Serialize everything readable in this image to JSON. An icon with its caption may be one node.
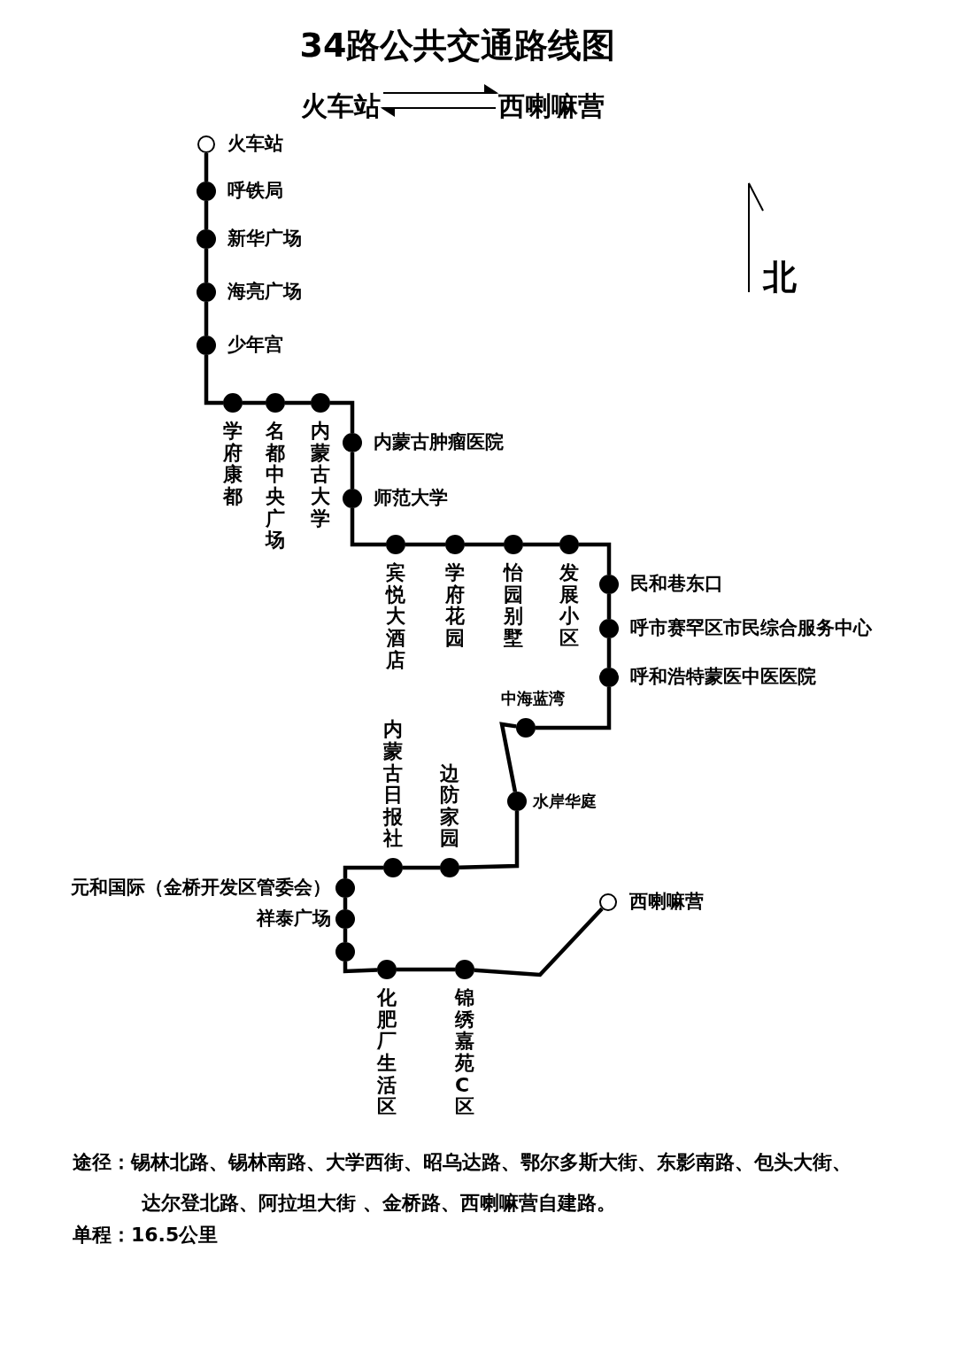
{
  "diagram": {
    "title": "34路公共交通路线图",
    "nodes": [
      {
        "text": [
          "火车站"
        ]
      },
      {
        "text": [
          "西喇嘛营"
        ]
      },
      {
        "text": [],
        "shape": "circle",
        "beside": [
          "火车站"
        ]
      },
      {
        "text": [],
        "shape": "dot",
        "beside": [
          "呼铁局"
        ]
      },
      {
        "text": [],
        "shape": "dot",
        "beside": [
          "新华广场"
        ]
      },
      {
        "text": [],
        "shape": "dot",
        "beside": [
          "海亮广场"
        ]
      },
      {
        "text": [],
        "shape": "dot",
        "beside": [
          "少年宫"
        ]
      },
      {
        "text": [],
        "shape": "dot",
        "beside": [
          "学府康都"
        ]
      },
      {
        "text": [],
        "shape": "dot",
        "beside": [
          "名都中央广场"
        ]
      },
      {
        "text": [],
        "shape": "dot",
        "beside": [
          "内蒙古大学"
        ]
      },
      {
        "text": [],
        "shape": "dot",
        "beside": [
          "内蒙古肿瘤医院"
        ]
      },
      {
        "text": [],
        "shape": "dot",
        "beside": [
          "师范大学"
        ]
      },
      {
        "text": [],
        "shape": "dot",
        "beside": [
          "宾悦大酒店"
        ]
      },
      {
        "text": [],
        "shape": "dot",
        "beside": [
          "学府花园"
        ]
      },
      {
        "text": [],
        "shape": "dot",
        "beside": [
          "怡园别墅"
        ]
      },
      {
        "text": [],
        "shape": "dot",
        "beside": [
          "发展小区"
        ]
      },
      {
        "text": [],
        "shape": "dot",
        "beside": [
          "民和巷东口"
        ]
      },
      {
        "text": [],
        "shape": "dot",
        "beside": [
          "呼市赛罕区市民综合服务中心"
        ]
      },
      {
        "text": [],
        "shape": "dot",
        "beside": [
          "呼和浩特蒙医中医医院"
        ]
      },
      {
        "text": [],
        "shape": "dot",
        "beside": [
          "中海蓝湾"
        ]
      },
      {
        "text": [],
        "shape": "dot",
        "beside": [
          "水岸华庭"
        ]
      },
      {
        "text": [],
        "shape": "dot",
        "beside": [
          "边防家园"
        ]
      },
      {
        "text": [],
        "shape": "dot",
        "beside": [
          "内蒙古日报社"
        ]
      },
      {
        "text": [],
        "shape": "dot",
        "beside": [
          "元和国际（金桥开发区管委会）"
        ]
      },
      {
        "text": [],
        "shape": "dot",
        "beside": [
          "祥泰广场"
        ]
      },
      {
        "text": [],
        "shape": "dot"
      },
      {
        "text": [],
        "shape": "dot",
        "beside": [
          "化肥厂生活区"
        ]
      },
      {
        "text": [],
        "shape": "dot",
        "beside": [
          "锦绣嘉苑C区"
        ]
      },
      {
        "text": [],
        "shape": "circle",
        "beside": [
          "西喇嘛营"
        ]
      }
    ],
    "edges": [
      {
        "from": 0,
        "to": 1,
        "arrow": "to"
      },
      {
        "from": 1,
        "to": 0,
        "arrow": "to"
      },
      {
        "from": 2,
        "to": 3,
        "arrow": "none"
      },
      {
        "from": 3,
        "to": 4,
        "arrow": "none"
      },
      {
        "from": 4,
        "to": 5,
        "arrow": "none"
      },
      {
        "from": 5,
        "to": 6,
        "arrow": "none"
      },
      {
        "from": 6,
        "to": 7,
        "arrow": "none"
      },
      {
        "from": 7,
        "to": 8,
        "arrow": "none"
      },
      {
        "from": 8,
        "to": 9,
        "arrow": "none"
      },
      {
        "from": 9,
        "to": 10,
        "arrow": "none"
      },
      {
        "from": 10,
        "to": 11,
        "arrow": "none"
      },
      {
        "from": 11,
        "to": 12,
        "arrow": "none"
      },
      {
        "from": 12,
        "to": 13,
        "arrow": "none"
      },
      {
        "from": 13,
        "to": 14,
        "arrow": "none"
      },
      {
        "from": 14,
        "to": 15,
        "arrow": "none"
      },
      {
        "from": 15,
        "to": 16,
        "arrow": "none"
      },
      {
        "from": 16,
        "to": 17,
        "arrow": "none"
      },
      {
        "from": 17,
        "to": 18,
        "arrow": "none"
      },
      {
        "from": 18,
        "to": 19,
        "arrow": "none"
      },
      {
        "from": 19,
        "to": 20,
        "arrow": "none"
      },
      {
        "from": 20,
        "to": 21,
        "arrow": "none"
      },
      {
        "from": 21,
        "to": 22,
        "arrow": "none"
      },
      {
        "from": 22,
        "to": 23,
        "arrow": "none"
      },
      {
        "from": 23,
        "to": 24,
        "arrow": "none"
      },
      {
        "from": 24,
        "to": 25,
        "arrow": "none"
      },
      {
        "from": 25,
        "to": 26,
        "arrow": "none"
      },
      {
        "from": 26,
        "to": 27,
        "arrow": "none"
      },
      {
        "from": 27,
        "to": 28,
        "arrow": "none"
      }
    ],
    "labels": [
      "北",
      "途径：锡林北路、锡林南路、大学西街、昭乌达路、鄂尔多斯大街、东影南路、包头大街、达尔登北路、阿拉坦大街 、金桥路、西喇嘛营自建路。",
      "单程：16.5公里"
    ]
  }
}
